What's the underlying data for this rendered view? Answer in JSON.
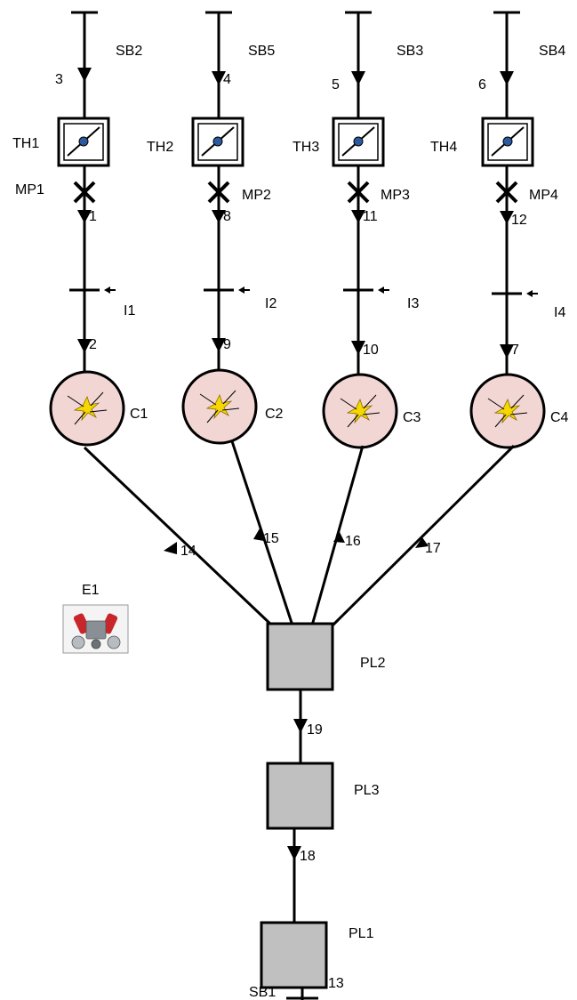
{
  "diagram": {
    "colors": {
      "line": "#000000",
      "plenum_fill": "#c0c0c0",
      "cylinder_fill": "#f2d6d4",
      "spark": "#f5d800",
      "throttle_dot": "#2c5aa0"
    },
    "boundaries": {
      "sb2": "SB2",
      "sb5": "SB5",
      "sb3": "SB3",
      "sb4": "SB4",
      "sb1": "SB1"
    },
    "throttles": {
      "th1": "TH1",
      "th2": "TH2",
      "th3": "TH3",
      "th4": "TH4"
    },
    "mass_points": {
      "mp1": "MP1",
      "mp2": "MP2",
      "mp3": "MP3",
      "mp4": "MP4"
    },
    "injectors": {
      "i1": "I1",
      "i2": "I2",
      "i3": "I3",
      "i4": "I4"
    },
    "cylinders": {
      "c1": "C1",
      "c2": "C2",
      "c3": "C3",
      "c4": "C4"
    },
    "plenums": {
      "pl1": "PL1",
      "pl2": "PL2",
      "pl3": "PL3"
    },
    "engine": {
      "label": "E1",
      "icon": "engine-icon"
    },
    "connections": {
      "c3": "3",
      "c4": "4",
      "c5": "5",
      "c6": "6",
      "c1": "1",
      "c8": "8",
      "c11": "11",
      "c12": "12",
      "c2": "2",
      "c9": "9",
      "c10": "10",
      "c7": "7",
      "c14": "14",
      "c15": "15",
      "c16": "16",
      "c17": "17",
      "c19": "19",
      "c18": "18",
      "c13": "13"
    }
  }
}
